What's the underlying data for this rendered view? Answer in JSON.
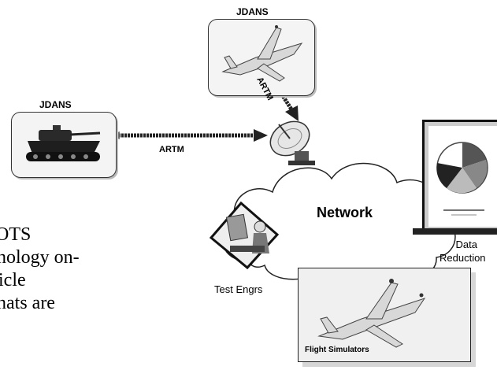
{
  "labels": {
    "jdans_top": "JDANS",
    "jdans_left": "JDANS",
    "artm_horizontal": "ARTM",
    "artm_vertical": "ARTM",
    "network": "Network",
    "data_reduction_line1": "Data",
    "data_reduction_line2": "Reduction",
    "test_engrs": "Test Engrs",
    "flight_simulators": "Flight Simulators"
  },
  "cutoff_text": {
    "line1": "OTS",
    "line2": "nology on-",
    "line3": "icle",
    "line4": "nats are"
  },
  "icons": [
    "aircraft-icon",
    "tank-icon",
    "satellite-dish-icon",
    "pie-chart-icon",
    "test-engineer-icon",
    "flight-simulator-aircraft-icon"
  ]
}
